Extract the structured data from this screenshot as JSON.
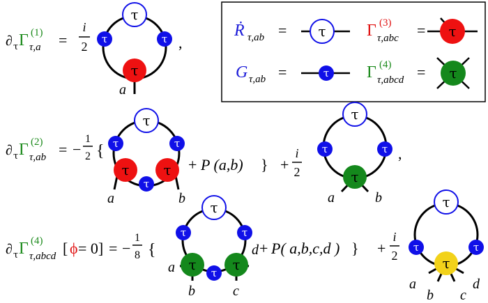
{
  "symbols": {
    "partial": "∂",
    "tau": "τ",
    "Gamma": "Γ",
    "equals": "=",
    "minus": "−",
    "plus": "+",
    "lbrace": "{",
    "rbrace": "}",
    "comma": ",",
    "i": "i",
    "one": "1",
    "two": "2",
    "eight": "8",
    "lbracket": "[",
    "rbracket": "]",
    "phi": "ϕ",
    "zero": "= 0]"
  },
  "sup": {
    "s1": "(1)",
    "s2": "(2)",
    "s3": "(3)",
    "s4": "(4)"
  },
  "sub": {
    "a": "τ,a",
    "ab": "τ,ab",
    "abc": "τ,abc",
    "abcd": "τ,abcd"
  },
  "labels": {
    "a": "a",
    "b": "b",
    "c": "c",
    "d": "d"
  },
  "perm": {
    "ab": "P (a,b)",
    "abcd": "P( a,b,c,d )"
  },
  "legend": {
    "R": "Ṙ",
    "G": "G"
  },
  "colors": {
    "black": "#000000",
    "blue": "#1010e8",
    "red": "#ee1111",
    "green": "#14881c",
    "yellow": "#f2d21a",
    "greenText": "#1c8a1c",
    "redText": "#e01010",
    "blueText": "#1a1ad8"
  }
}
